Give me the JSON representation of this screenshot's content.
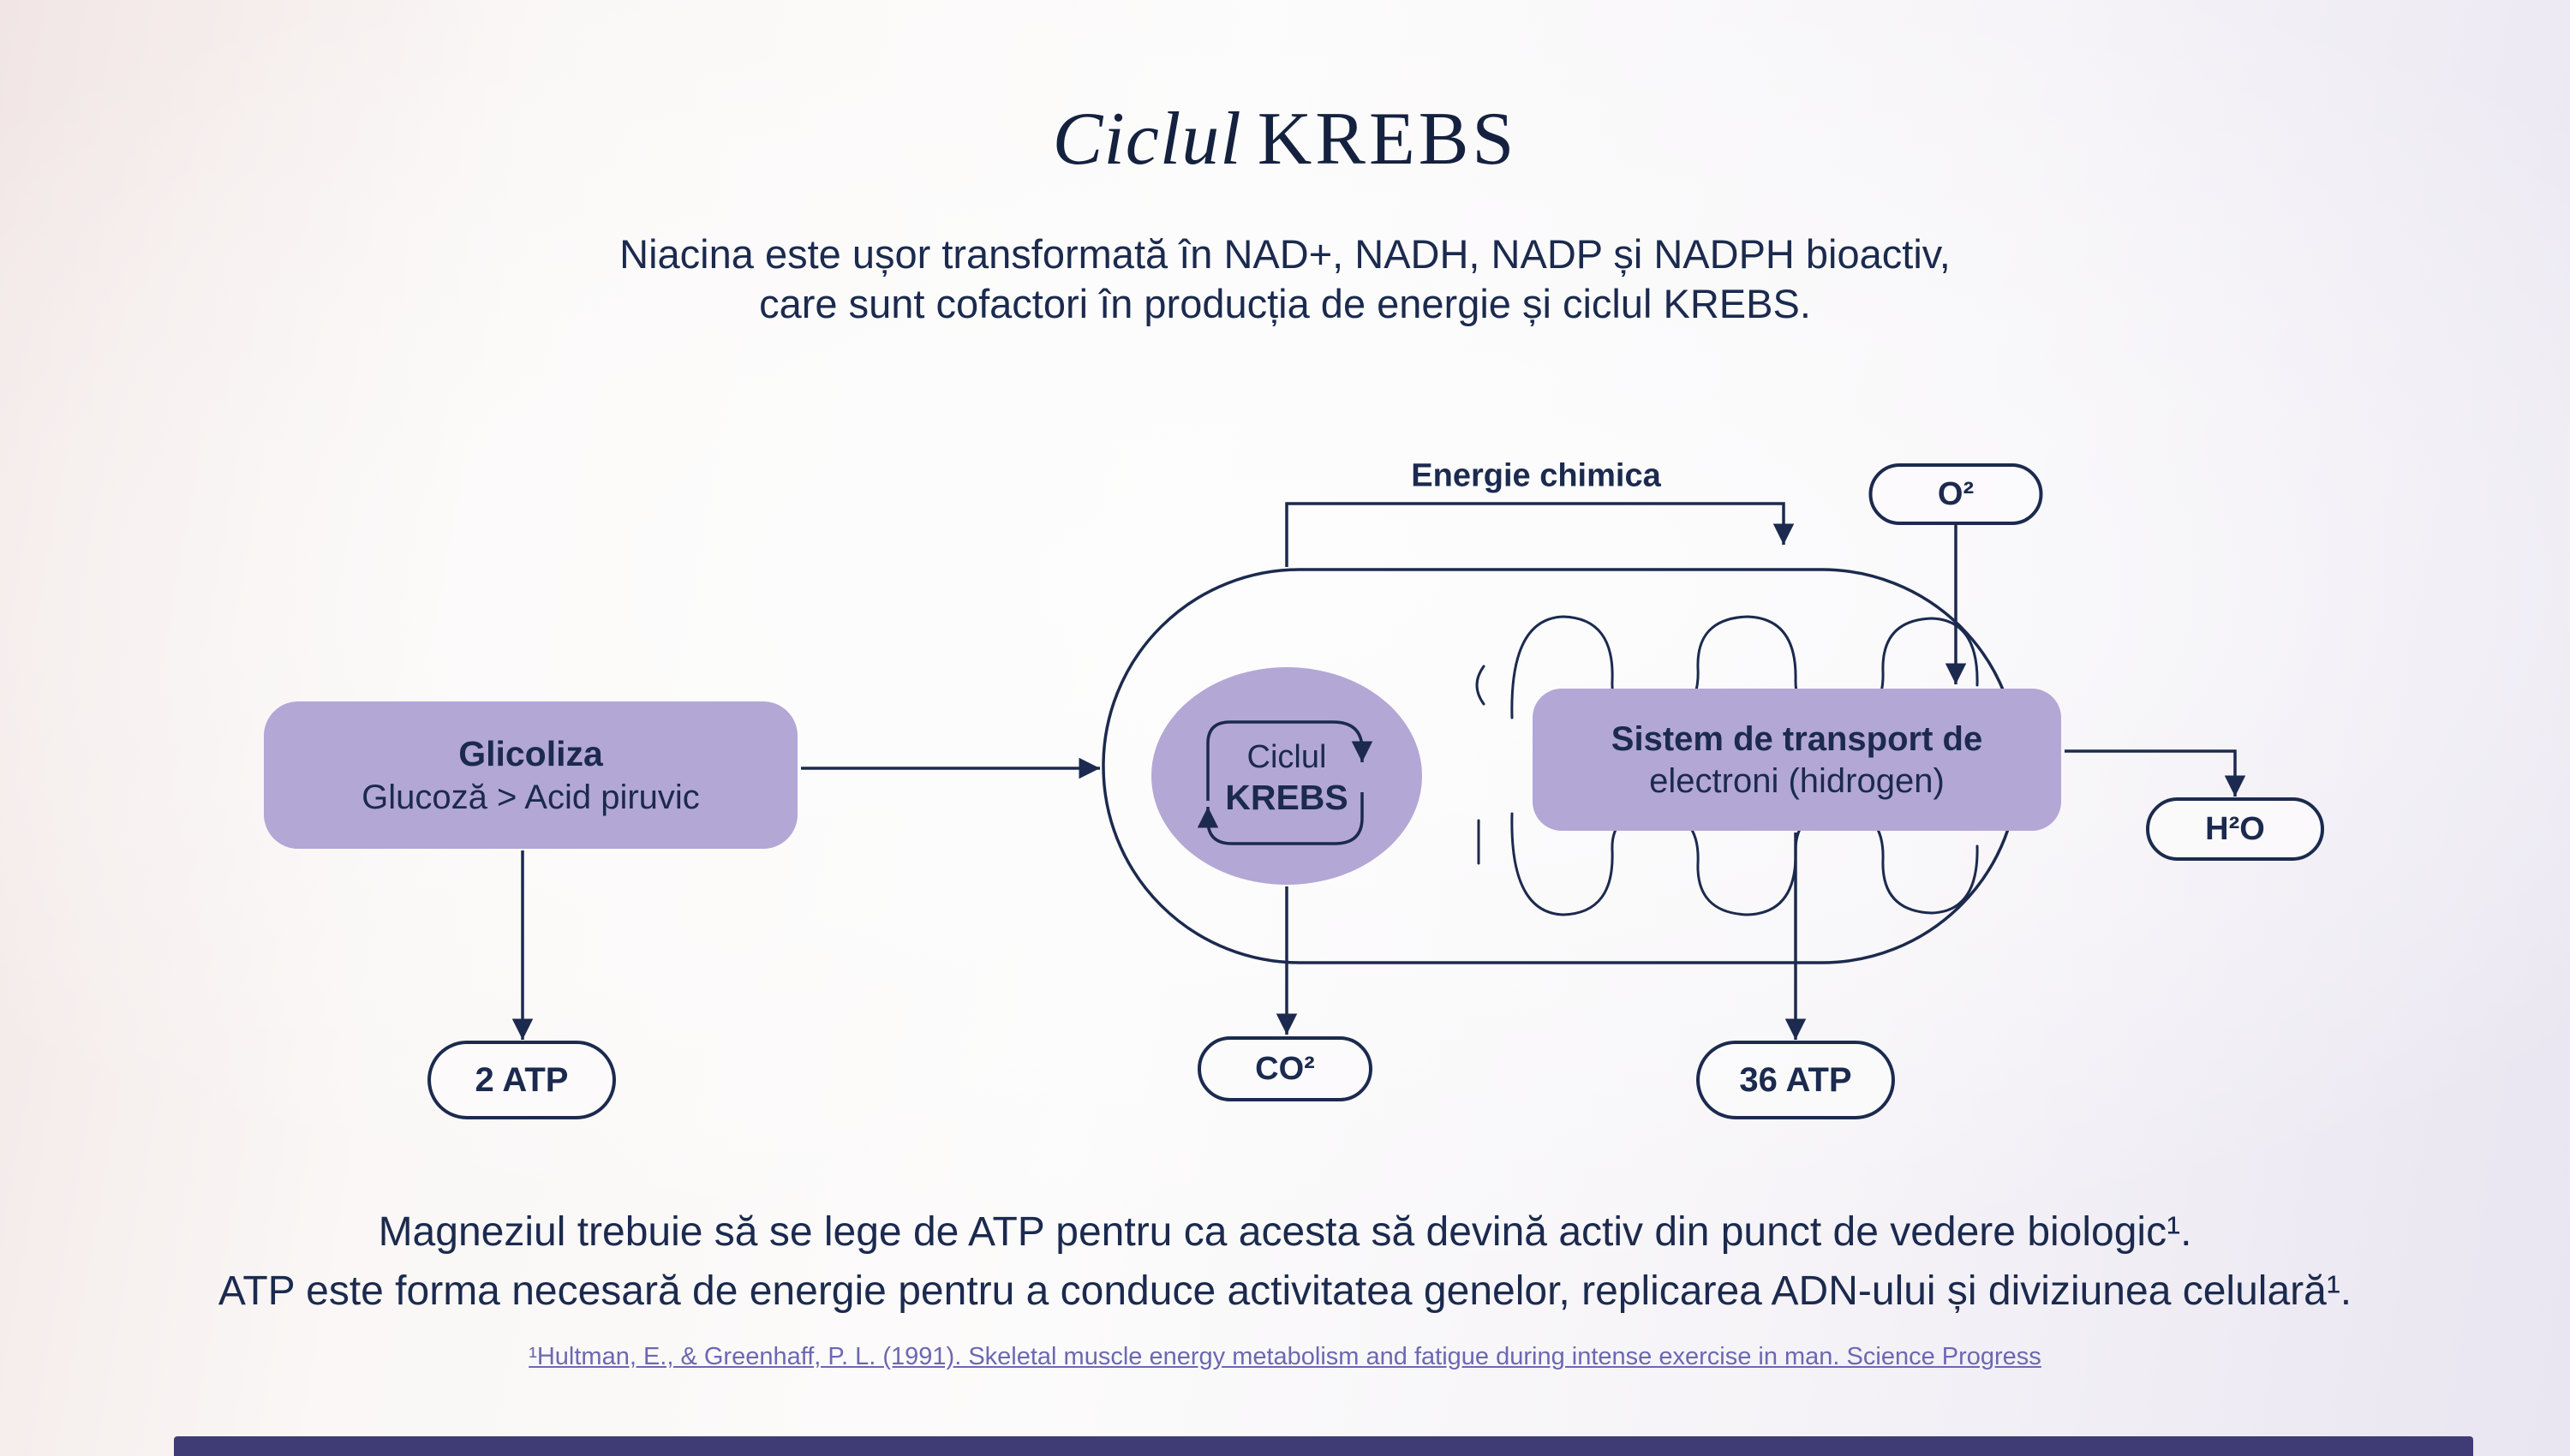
{
  "header": {
    "title_italic": "Ciclul",
    "title_main": "KREBS",
    "subtitle1": "Niacina este ușor transformată în NAD+, NADH, NADP și NADPH bioactiv,",
    "subtitle2": "care sunt cofactori în producția de energie și ciclul KREBS."
  },
  "diagram": {
    "energie_label": "Energie chimica",
    "glicoliza": {
      "title": "Glicoliza",
      "subtitle": "Glucoză > Acid piruvic"
    },
    "krebs": {
      "line1": "Ciclul",
      "line2": "KREBS"
    },
    "transport": {
      "line1": "Sistem de transport de",
      "line2": "electroni (hidrogen)"
    },
    "pills": {
      "o2": "O²",
      "h2o": "H²O",
      "co2": "CO²",
      "atp2": "2 ATP",
      "atp36": "36 ATP"
    }
  },
  "footer": {
    "line1": "Magneziul trebuie să se lege de ATP pentru ca acesta să devină activ din punct de vedere biologic¹.",
    "line2": "ATP este forma necesară de energie pentru a conduce activitatea genelor, replicarea ADN-ului și diviziunea celulară¹.",
    "citation": "¹Hultman, E., & Greenhaff, P. L. (1991). Skeletal muscle energy metabolism and fatigue during intense exercise in man. Science Progress"
  },
  "colors": {
    "navy": "#1b2a4e",
    "purple": "#b3a7d6",
    "link": "#6b68b2",
    "footer_bar": "#3f3c75"
  }
}
